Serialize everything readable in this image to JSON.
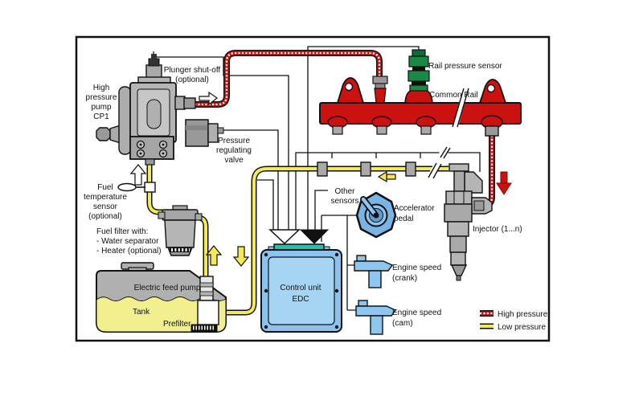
{
  "diagram": {
    "type": "schematic",
    "subject": "Common rail diesel fuel injection system",
    "labels": {
      "pump": [
        "High",
        "pressure",
        "pump",
        "CP1"
      ],
      "plunger_shutoff": [
        "Plunger shut-off",
        "(optional)"
      ],
      "pressure_regulating_valve": [
        "Pressure",
        "regulating",
        "valve"
      ],
      "rail_pressure_sensor": "Rail pressure sensor",
      "common_rail": "Common Rail",
      "injector": "Injector (1...n)",
      "fuel_temp_sensor": [
        "Fuel",
        "temperature",
        "sensor",
        "(optional)"
      ],
      "fuel_filter": [
        "Fuel filter with:",
        "- Water separator",
        "- Heater (optional)"
      ],
      "electric_feed_pump": "Electric feed pump",
      "tank": "Tank",
      "prefilter": "Prefilter",
      "control_unit": [
        "Control unit",
        "EDC"
      ],
      "other_sensors": [
        "Other",
        "sensors"
      ],
      "accelerator_pedal": [
        "Accelerator",
        "pedal"
      ],
      "engine_speed_crank": [
        "Engine speed",
        "(crank)"
      ],
      "engine_speed_cam": [
        "Engine speed",
        "(cam)"
      ]
    },
    "legend": {
      "high_pressure": "High pressure",
      "low_pressure": "Low pressure"
    },
    "colors": {
      "high_pressure_line": "#cc1111",
      "low_pressure_line": "#f2e955",
      "component_gray": "#b5b5b5",
      "ecu_blue": "#8cc3ee",
      "connector_teal": "#1fc3ad",
      "sensor_green": "#188a45",
      "tank_fuel_yellow": "#f2ef8e"
    }
  }
}
